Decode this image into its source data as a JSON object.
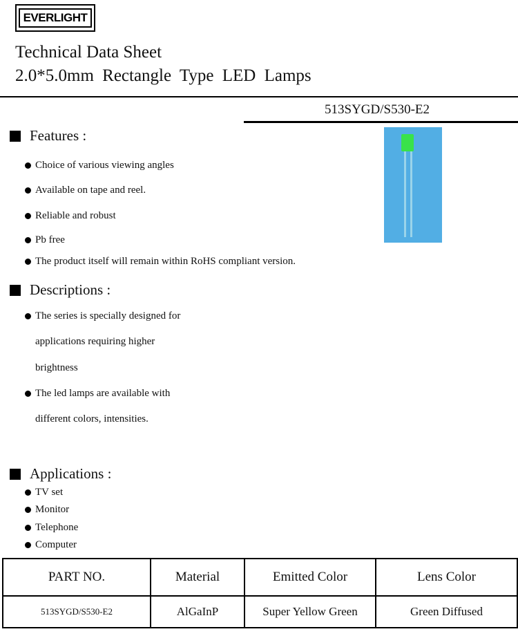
{
  "logo": {
    "text": "EVERLIGHT"
  },
  "header": {
    "title": "Technical Data Sheet",
    "subtitle": "2.0*5.0mm  Rectangle  Type  LED  Lamps",
    "part_number": "513SYGD/S530-E2"
  },
  "features": {
    "heading": "Features :",
    "items": [
      "Choice of various viewing angles",
      "Available on tape and reel.",
      "Reliable and robust",
      "Pb free",
      "The product itself will remain within RoHS compliant version."
    ]
  },
  "descriptions": {
    "heading": "Descriptions :",
    "items": [
      {
        "lines": [
          "The series is specially designed for",
          "applications requiring higher",
          "brightness"
        ]
      },
      {
        "lines": [
          "The led lamps are available with",
          "different colors, intensities."
        ]
      }
    ]
  },
  "applications": {
    "heading": "Applications :",
    "items": [
      "TV set",
      "Monitor",
      "Telephone",
      "Computer"
    ]
  },
  "spec_table": {
    "headers": [
      "PART NO.",
      "Material",
      "Emitted Color",
      "Lens Color"
    ],
    "row": [
      "513SYGD/S530-E2",
      "AlGaInP",
      "Super Yellow Green",
      "Green Diffused"
    ]
  },
  "colors": {
    "photo_background": "#52aee4",
    "led_body": "#39e24a"
  }
}
